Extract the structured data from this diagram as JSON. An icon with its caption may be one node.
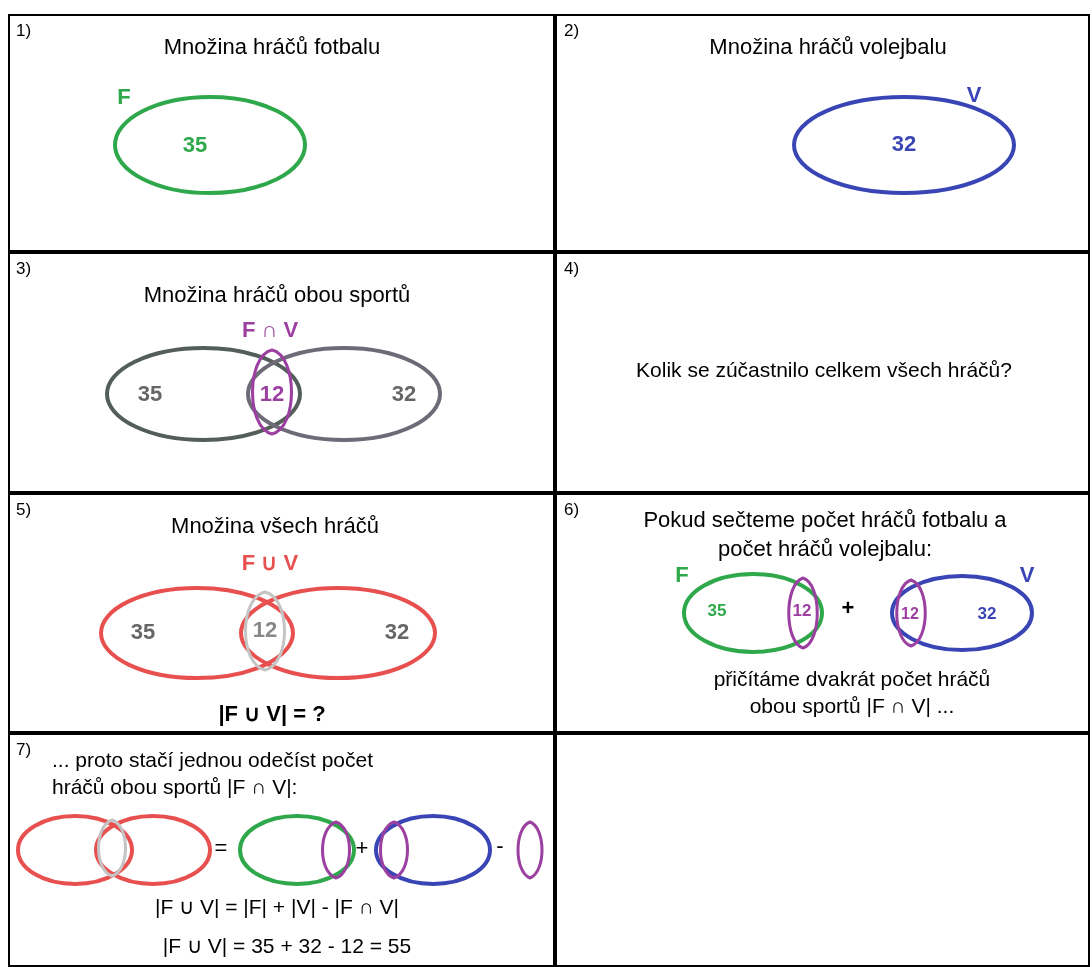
{
  "diagram": {
    "nodes": [
      {
        "text": [
          "1)",
          "Množina hráčů fotbalu"
        ]
      },
      {
        "text": [
          "35"
        ],
        "beside": [
          "F"
        ],
        "in": 0
      },
      {
        "text": [
          "2)",
          "Množina hráčů volejbalu"
        ]
      },
      {
        "text": [
          "32"
        ],
        "beside": [
          "V"
        ],
        "in": 2
      },
      {
        "text": [
          "3)",
          "Množina hráčů obou sportů"
        ]
      },
      {
        "text": [
          "35"
        ],
        "in": 4
      },
      {
        "text": [
          "32"
        ],
        "in": 4
      },
      {
        "text": [
          "12"
        ],
        "beside": [
          "F ∩ V"
        ]
      },
      {
        "text": [
          "4)",
          "Kolik se zúčastnilo celkem všech hráčů?"
        ]
      },
      {
        "text": [
          "5)",
          "Množina všech hráčů",
          "|F ∪ V| = ?"
        ]
      },
      {
        "text": [
          "35"
        ],
        "in": 9
      },
      {
        "text": [
          "12"
        ]
      },
      {
        "text": [
          "32"
        ],
        "in": 9
      },
      {
        "text": [
          "6)",
          "Pokud sečteme počet hráčů fotbalu a počet hráčů volejbalu:",
          "přičítáme dvakrát počet hráčů obou sportů |F ∩ V| ..."
        ]
      },
      {
        "text": [
          "35"
        ],
        "beside": [
          "F"
        ],
        "in": 13
      },
      {
        "text": [
          "12"
        ],
        "in": 14
      },
      {
        "text": [
          "32"
        ],
        "beside": [
          "V"
        ],
        "in": 13
      },
      {
        "text": [
          "12"
        ],
        "in": 16
      },
      {
        "text": [
          "7)",
          "... proto stačí jednou odečíst počet hráčů obou sportů |F ∩ V|:",
          "|F ∪ V| = |F| + |V| - |F ∩ V|",
          "|F ∪ V| = 35 + 32 - 12 = 55"
        ]
      },
      {
        "text": [],
        "shape": "ellipse",
        "in": 18
      },
      {
        "text": [],
        "shape": "lens"
      },
      {
        "text": [],
        "shape": "ellipse",
        "in": 18
      },
      {
        "text": [],
        "shape": "ellipse",
        "in": 18
      },
      {
        "text": [],
        "shape": "lens",
        "in": 22
      },
      {
        "text": [],
        "shape": "ellipse",
        "in": 18
      },
      {
        "text": [],
        "shape": "lens",
        "in": 24
      },
      {
        "text": [],
        "shape": "lens",
        "in": 18
      },
      {
        "text": [],
        "shape": "box"
      }
    ],
    "labels": [
      "F ∪ V",
      "+",
      "=",
      "+",
      "-"
    ]
  }
}
